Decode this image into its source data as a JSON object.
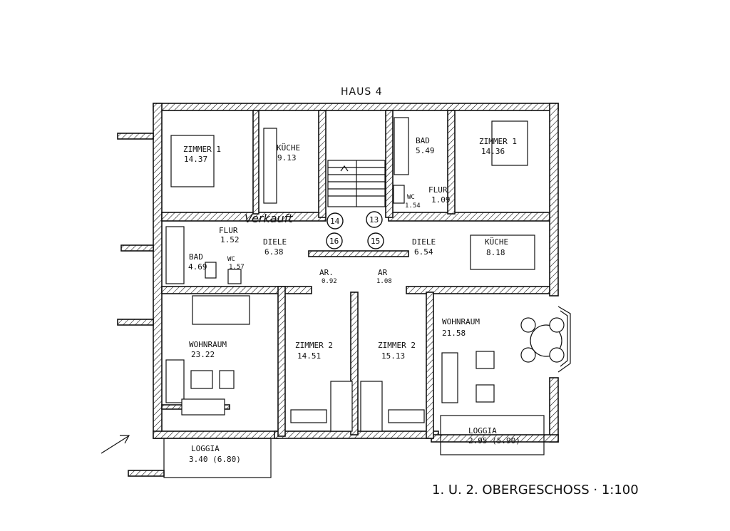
{
  "title": "HAUS 4",
  "stamp": "Verkauft",
  "footer": "1. U. 2. OBERGESCHOSS · 1:100",
  "rooms": {
    "zimmer1_left": {
      "name": "ZIMMER 1",
      "area": "14.37"
    },
    "kueche_left": {
      "name": "KÜCHE",
      "area": "9.13"
    },
    "bad_right": {
      "name": "BAD",
      "area": "5.49"
    },
    "zimmer1_right": {
      "name": "ZIMMER 1",
      "area": "14.36"
    },
    "wc_right": {
      "name": "WC",
      "area": "1.54"
    },
    "flur_right": {
      "name": "FLUR",
      "area": "1.09"
    },
    "flur_left": {
      "name": "FLUR",
      "area": "1.52"
    },
    "diele_left": {
      "name": "DIELE",
      "area": "6.38"
    },
    "bad_left": {
      "name": "BAD",
      "area": "4.69"
    },
    "wc_left": {
      "name": "WC",
      "area": "1.57"
    },
    "ar_left": {
      "name": "AR.",
      "area": "0.92"
    },
    "ar_right": {
      "name": "AR",
      "area": "1.08"
    },
    "diele_right": {
      "name": "DIELE",
      "area": "6.54"
    },
    "kueche_right": {
      "name": "KÜCHE",
      "area": "8.18"
    },
    "wohnraum_left": {
      "name": "WOHNRAUM",
      "area": "23.22"
    },
    "zimmer2_left": {
      "name": "ZIMMER 2",
      "area": "14.51"
    },
    "zimmer2_right": {
      "name": "ZIMMER 2",
      "area": "15.13"
    },
    "wohnraum_right": {
      "name": "WOHNRAUM",
      "area": "21.58"
    },
    "loggia_left": {
      "name": "LOGGIA",
      "area": "3.40 (6.80)"
    },
    "loggia_right": {
      "name": "LOGGIA",
      "area": "2.95 (5.90)"
    }
  },
  "unit_numbers": [
    "14",
    "13",
    "16",
    "15"
  ]
}
